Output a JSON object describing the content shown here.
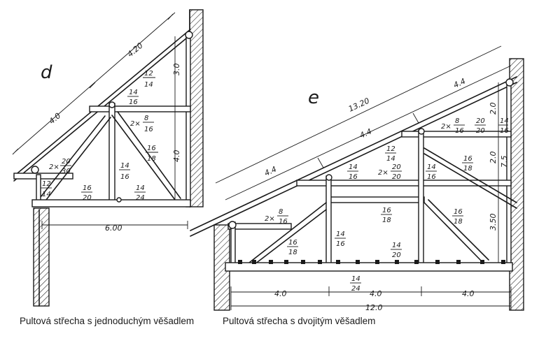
{
  "diagram_d": {
    "letter": "d",
    "dims": {
      "rafter_lower": "4.0",
      "rafter_upper": "4.20",
      "height_upper": "3.0",
      "height_lower": "4.0",
      "span": "6.00"
    },
    "sections": [
      {
        "id": "collar",
        "num": "14",
        "den": "16"
      },
      {
        "id": "rafter",
        "num": "12",
        "den": "14"
      },
      {
        "id": "double",
        "prefix": "2×",
        "num": "8",
        "den": "16"
      },
      {
        "id": "strut",
        "num": "16",
        "den": "18"
      },
      {
        "id": "post",
        "num": "14",
        "den": "16"
      },
      {
        "id": "eave_plate",
        "prefix": "2×",
        "num": "20",
        "den": "30"
      },
      {
        "id": "small_post",
        "num": "12",
        "den": "14"
      },
      {
        "id": "tie",
        "num": "16",
        "den": "20"
      },
      {
        "id": "tie_end",
        "num": "14",
        "den": "24"
      }
    ],
    "caption": "Pultová střecha s jednoduchým věšadlem"
  },
  "diagram_e": {
    "letter": "e",
    "dims": {
      "rafter_total": "13.20",
      "seg1": "4.4",
      "seg2": "4.4",
      "seg3": "4.4",
      "h_top": "2.0",
      "h_mid": "2.0",
      "h_mid2": "7.5",
      "h_low": "3.50",
      "span1": "4.0",
      "span2": "4.0",
      "span3": "4.0",
      "span_total": "12.0"
    },
    "sections": [
      {
        "id": "top_double",
        "prefix": "2×",
        "num": "8",
        "den": "16"
      },
      {
        "id": "top_beam",
        "num": "20",
        "den": "20"
      },
      {
        "id": "wall_post",
        "num": "14",
        "den": "16"
      },
      {
        "id": "rafter",
        "num": "12",
        "den": "14"
      },
      {
        "id": "strut_left",
        "num": "14",
        "den": "16"
      },
      {
        "id": "collar_double",
        "prefix": "2×",
        "num": "20",
        "den": "20"
      },
      {
        "id": "post_right",
        "num": "14",
        "den": "16"
      },
      {
        "id": "strut_right",
        "num": "16",
        "den": "18"
      },
      {
        "id": "mid_beam",
        "num": "16",
        "den": "18"
      },
      {
        "id": "lower_strut",
        "num": "16",
        "den": "18"
      },
      {
        "id": "eave_double",
        "prefix": "2×",
        "num": "8",
        "den": "16"
      },
      {
        "id": "post_left",
        "num": "16",
        "den": "18"
      },
      {
        "id": "post_mid",
        "num": "14",
        "den": "16"
      },
      {
        "id": "tie",
        "num": "14",
        "den": "20"
      },
      {
        "id": "tie_end",
        "num": "14",
        "den": "24"
      }
    ],
    "caption": "Pultová střecha s dvojitým věšadlem"
  }
}
